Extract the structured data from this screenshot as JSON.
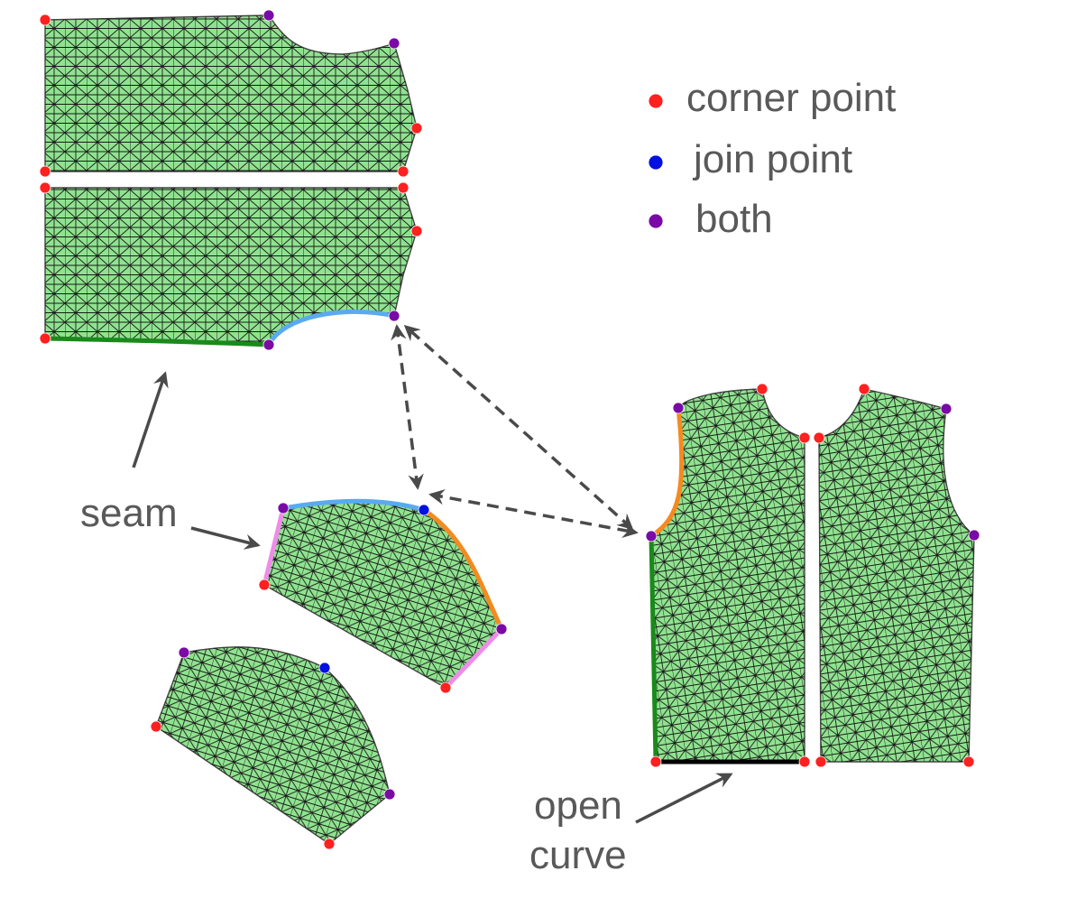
{
  "legend": {
    "corner": "corner point",
    "join": "join point",
    "both": "both"
  },
  "labels": {
    "seam": "seam",
    "open_line1": "open",
    "open_line2": "curve"
  },
  "colors": {
    "fabric": "#8fe38f",
    "mesh": "#1a1a1a",
    "corner_point": "#ff2020",
    "join_point": "#0010e0",
    "both_point": "#7a0aa6",
    "seam_blue": "#5aaaf0",
    "seam_orange": "#f58a1f",
    "seam_pink": "#ee8ce8",
    "seam_green": "#1a8a1a",
    "open_curve": "#000000",
    "arrow": "#4a4a4a"
  }
}
